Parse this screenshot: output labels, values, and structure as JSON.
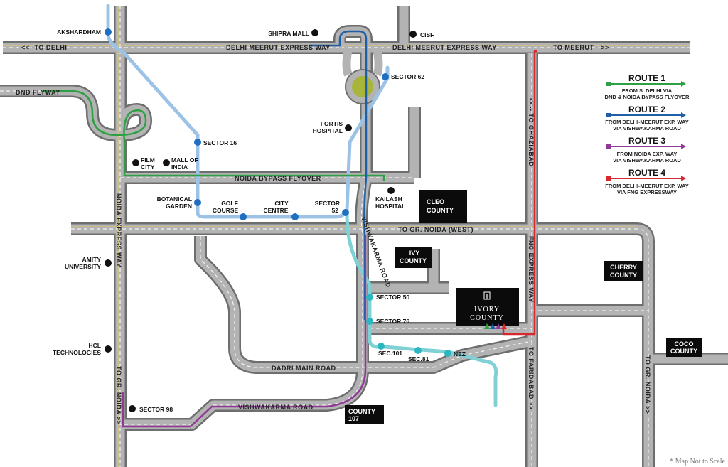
{
  "roads": {
    "delhi_meerut_left": "DELHI MEERUT EXPRESS WAY",
    "delhi_meerut_right": "DELHI MEERUT EXPRESS WAY",
    "to_delhi": "<<--TO DELHI",
    "to_meerut": "TO MEERUT -->>",
    "dnd_flyway": "DND FLYWAY",
    "noida_bypass": "NOIDA BYPASS FLYOVER",
    "to_gr_noida_west": "TO GR. NOIDA (WEST)",
    "noida_expressway": "NOIDA EXPRESS WAY",
    "to_gr_noida_left": "TO GR. NOIDA >>",
    "vishwakarma_vertical": "VISHWAKARMA ROAD",
    "vishwakarma_bottom": "VISHWAKARMA ROAD",
    "dadri_main": "DADRI MAIN ROAD",
    "to_ghaziabad": "<<-- TO GHAZIABAD",
    "fng_expressway": "FNG EXPRESS WAY",
    "to_faridabad": "TO FARIDABAD >>",
    "to_gr_noida_right": "TO GR. NOIDA >>"
  },
  "places": {
    "akshardham": "AKSHARDHAM",
    "shipra_mall": "SHIPRA MALL",
    "cisf": "CISF",
    "sector_62": "SECTOR 62",
    "fortis_1": "FORTIS",
    "fortis_2": "HOSPITAL",
    "sector_16": "SECTOR 16",
    "film_1": "FILM",
    "film_2": "CITY",
    "mall_1": "MALL OF",
    "mall_2": "INDIA",
    "botanical_1": "BOTANICAL",
    "botanical_2": "GARDEN",
    "golf_1": "GOLF",
    "golf_2": "COURSE",
    "city_1": "CITY",
    "city_2": "CENTRE",
    "sector52_1": "SECTOR",
    "sector52_2": "52",
    "kailash_1": "KAILASH",
    "kailash_2": "HOSPITAL",
    "amity_1": "AMITY",
    "amity_2": "UNIVERSITY",
    "hcl_1": "HCL",
    "hcl_2": "TECHNOLOGIES",
    "sector_50": "SECTOR 50",
    "sector_76": "SECTOR 76",
    "sec_101": "SEC.101",
    "sec_81": "SEC.81",
    "nez": "NEZ",
    "sector_98": "SECTOR 98"
  },
  "projects": {
    "cleo_1": "CLEO",
    "cleo_2": "COUNTY",
    "ivy_1": "IVY",
    "ivy_2": "COUNTY",
    "cherry_1": "CHERRY",
    "cherry_2": "COUNTY",
    "coco_1": "COCO",
    "coco_2": "COUNTY",
    "county107_1": "COUNTY",
    "county107_2": "107",
    "ivory_1": "IVORY",
    "ivory_2": "COUNTY"
  },
  "legend": [
    {
      "title": "ROUTE 1",
      "line1": "FROM S. DELHI VIA",
      "line2": "DND & NOIDA BYPASS FLYOVER",
      "color": "#2ea043"
    },
    {
      "title": "ROUTE 2",
      "line1": "FROM DELHI-MEERUT EXP. WAY",
      "line2": "VIA VISHWAKARMA ROAD",
      "color": "#1f5fa8"
    },
    {
      "title": "ROUTE 3",
      "line1": "FROM NOIDA EXP. WAY",
      "line2": "VIA VISHWAKARMA ROAD",
      "color": "#8e3a96"
    },
    {
      "title": "ROUTE 4",
      "line1": "FROM DELHI-MEERUT EXP. WAY",
      "line2": "VIA FNG EXPRESSWAY",
      "color": "#d8282f"
    }
  ],
  "note": "* Map Not to Scale",
  "colors": {
    "road": "#a9a9a9",
    "road_edge": "#6e6e6e",
    "road_center": "#e8c85a",
    "metro_blue_line": "#9cc3e6",
    "metro_aqua_line": "#7fd1d6",
    "station_blue": "#1f6fc0",
    "station_aqua": "#2bb7c2",
    "roundabout": "#a8b53a"
  }
}
